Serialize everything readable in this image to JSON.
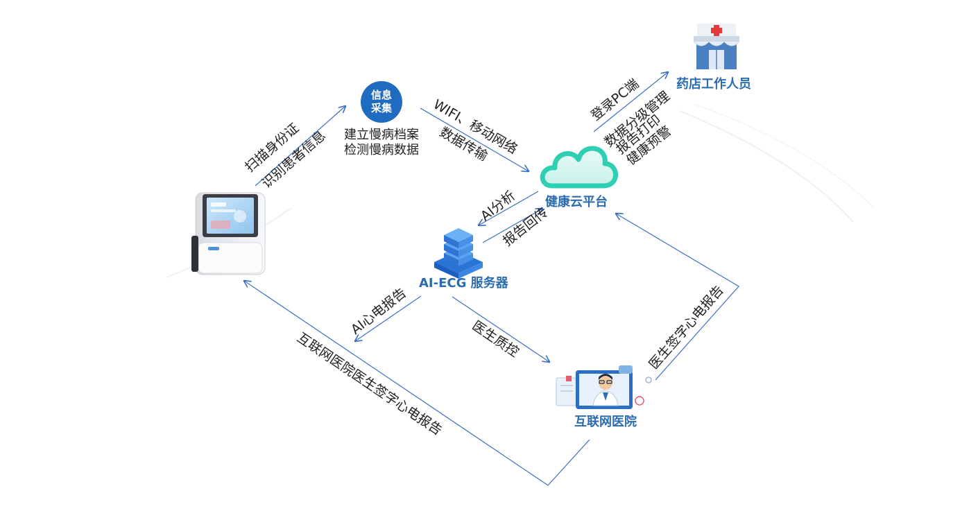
{
  "nodes": {
    "info_collect": {
      "line1": "信息",
      "line2": "采集",
      "desc1": "建立慢病档案",
      "desc2": "检测慢病数据"
    },
    "cloud": {
      "label": "健康云平台"
    },
    "pharmacy": {
      "label": "药店工作人员"
    },
    "server": {
      "label": "AI-ECG 服务器"
    },
    "hospital": {
      "label": "互联网医院"
    }
  },
  "edges": {
    "scan_id": "扫描身份证",
    "identify": "识别患者信息",
    "wifi": "WIFI、移动网络",
    "transfer": "数据传输",
    "pc_login": "登录PC端",
    "data_mgmt": "数据分级管理",
    "report_print": "报告打印",
    "health_alert": "健康预警",
    "ai_analysis": "AI分析",
    "report_return": "报告回传",
    "ai_ecg_report": "AI心电报告",
    "quality_ctrl": "医生质控",
    "doctor_signed": "医生签字心电报告",
    "hospital_signed_back": "互联网医院医生签字心电报告"
  },
  "colors": {
    "arrow": "#3a6fc4",
    "accent": "#1f6bbf",
    "cloud": "#2ecfb3",
    "label": "#2b6cb0"
  }
}
